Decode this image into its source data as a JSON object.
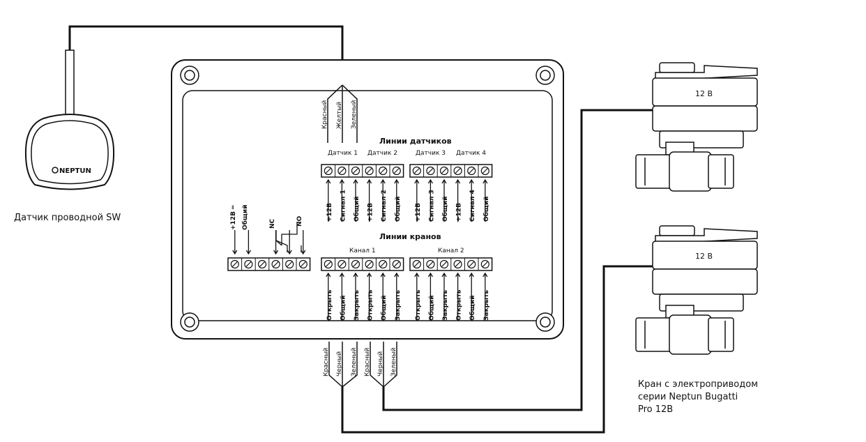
{
  "sensor": {
    "brand": "NEPTUN",
    "caption": "Датчик проводной SW",
    "wires": [
      "Красный",
      "Желтый",
      "Зеленый"
    ]
  },
  "controller": {
    "sensor_lines_title": "Линии датчиков",
    "sensor_groups": [
      "Датчик 1",
      "Датчик 2",
      "Датчик 3",
      "Датчик 4"
    ],
    "sensor_terminal_labels": [
      "+12В",
      "Сигнал 1",
      "Общий",
      "+12В",
      "Сигнал 2",
      "Общий",
      "+12В",
      "Сигнал 3",
      "Общий",
      "+12В",
      "Сигнал 4",
      "Общий"
    ],
    "valve_lines_title": "Линии кранов",
    "valve_groups": [
      "Канал 1",
      "Канал 2"
    ],
    "valve_terminal_labels": [
      "Открыть",
      "Общий",
      "Закрыть",
      "Открыть",
      "Общий",
      "Закрыть",
      "Открыть",
      "Общий",
      "Закрыть",
      "Открыть",
      "Общий",
      "Закрыть"
    ],
    "power_labels": [
      "+12В ═",
      "Общий"
    ],
    "relay_labels": [
      "NC",
      "NO"
    ],
    "valve_wire_colors": [
      "Красный",
      "Черный",
      "Зеленый",
      "Красный",
      "Черный",
      "Зеленый"
    ]
  },
  "valves": {
    "voltage_label": "12 В",
    "caption_lines": [
      "Кран с электроприводом",
      "серии Neptun Bugatti",
      "Pro 12В"
    ]
  }
}
